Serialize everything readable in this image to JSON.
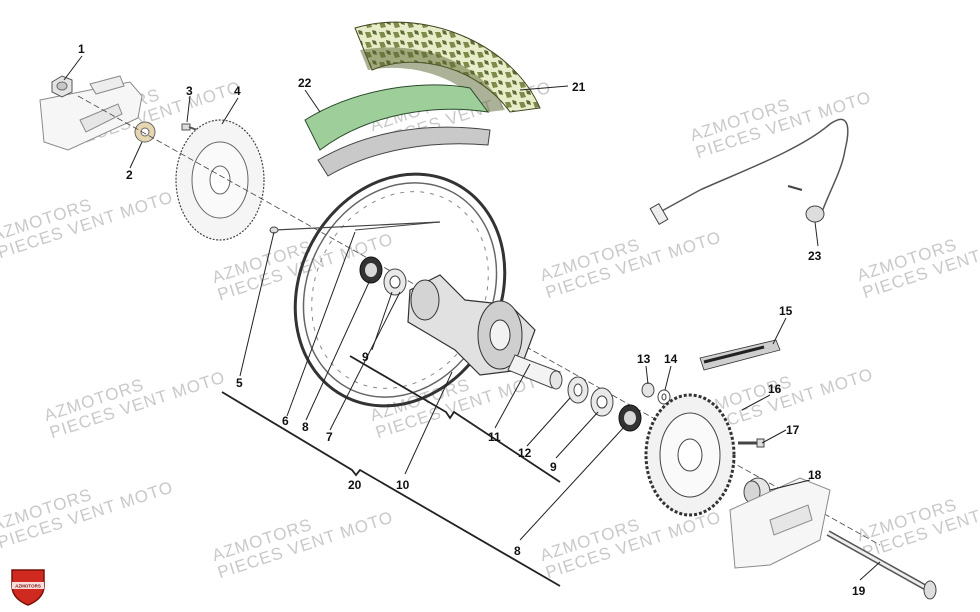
{
  "watermark": {
    "line1": "AZMOTORS",
    "line2": "PIECES VENT MOTO"
  },
  "callouts": [
    "1",
    "2",
    "3",
    "4",
    "5",
    "6",
    "7",
    "8",
    "9",
    "10",
    "11",
    "12",
    "13",
    "14",
    "15",
    "16",
    "17",
    "18",
    "19",
    "20",
    "21",
    "22",
    "23"
  ],
  "logo_text": "AZMOTORS"
}
